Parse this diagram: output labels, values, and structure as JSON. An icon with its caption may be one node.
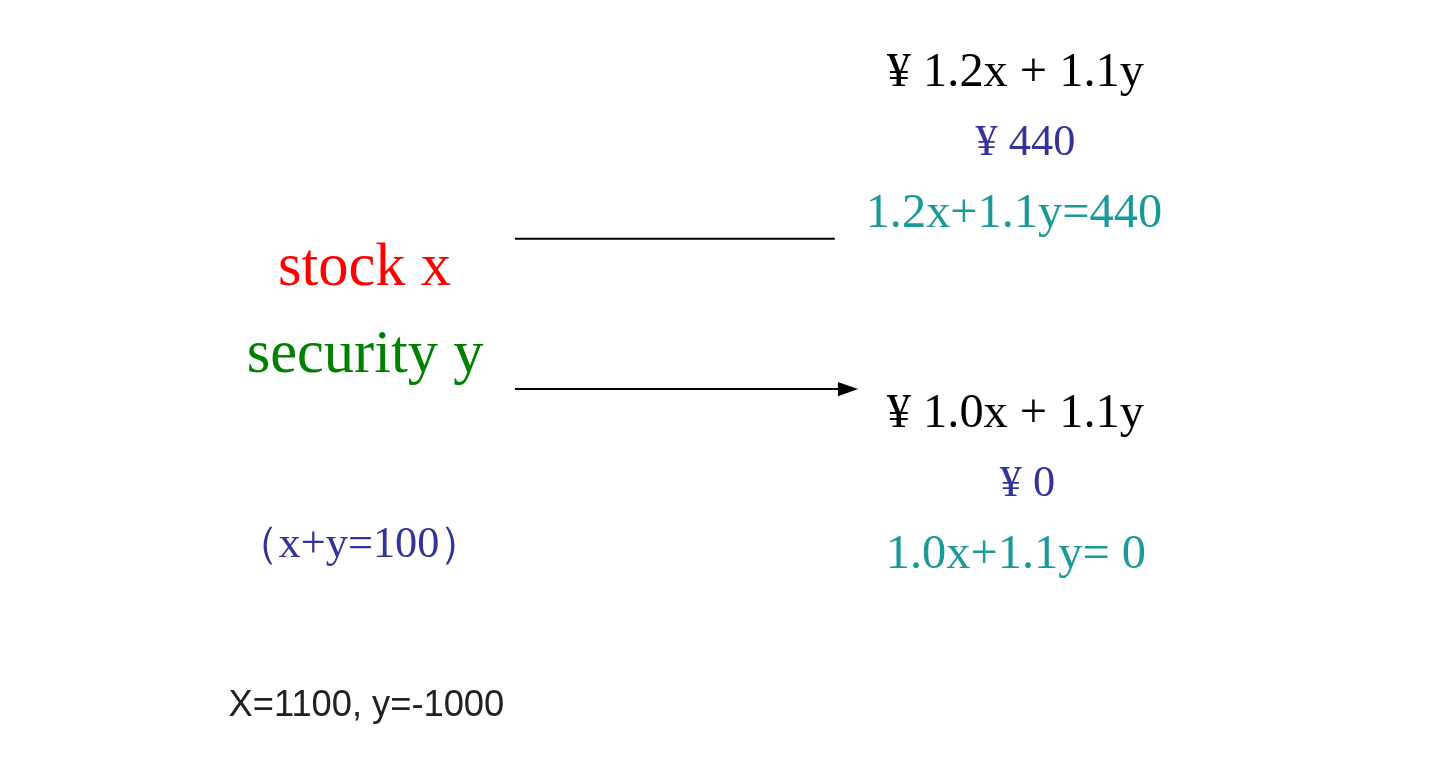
{
  "diagram": {
    "nodes": [
      {
        "text": [
          "stock x",
          "security y"
        ]
      },
      {
        "text": [
          "¥ 1.2x + 1.1y",
          "¥ 440",
          "1.2x+1.1y=440"
        ]
      },
      {
        "text": [
          "¥ 1.0x + 1.1y",
          "¥ 0",
          "1.0x+1.1y= 0"
        ]
      }
    ],
    "edges": [
      {
        "from": 0,
        "to": 1,
        "arrow": "none"
      },
      {
        "from": 0,
        "to": 2,
        "arrow": "to"
      }
    ],
    "labels": [
      "（x+y=100）",
      "X=1100, y=-1000"
    ]
  }
}
